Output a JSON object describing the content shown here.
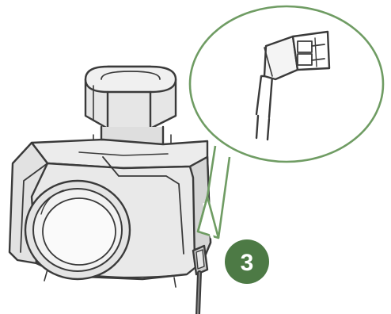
{
  "illustration": {
    "subject": "valve-body-with-connector-cable",
    "colors": {
      "line": "#3a3a3a",
      "fill_light": "#e8e8e8",
      "fill_mid": "#d7d7d7",
      "fill_dark": "#bdbdbd",
      "accent_green": "#4d7a45",
      "callout_stroke": "#6f9c63",
      "badge_text": "#ffffff"
    }
  },
  "badge": {
    "step_number": "3"
  },
  "icons": {
    "connector": "cable-plug-icon",
    "callout": "magnifier-callout"
  }
}
